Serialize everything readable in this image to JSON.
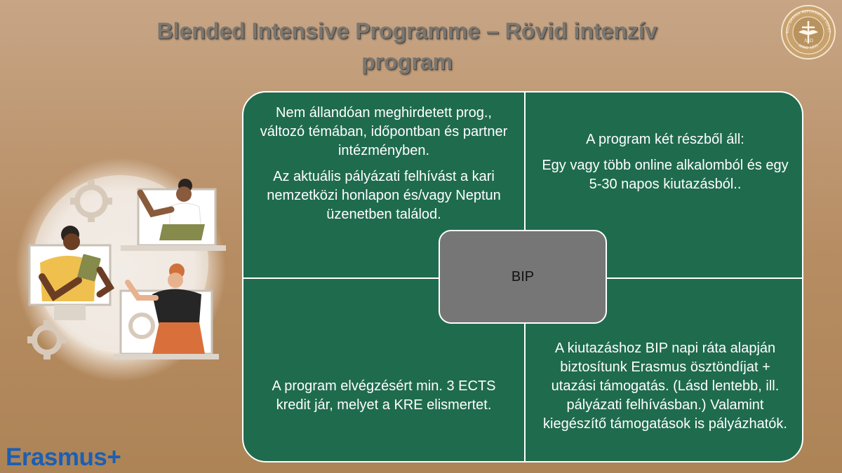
{
  "slide": {
    "title_line1": "Blended Intensive Programme – Rövid intenzív",
    "title_line2": "program"
  },
  "seal": {
    "text": "KÁROLI GÁSPÁR REFORMÁTUS EGYETEM",
    "year": "ANNO 1855",
    "letters": "A Ω"
  },
  "matrix": {
    "top_left": [
      "Nem állandóan meghirdetett prog., változó témában, időpontban és partner intézményben.",
      "Az aktuális pályázati felhívást a kari nemzetközi honlapon és/vagy Neptun üzenetben találod."
    ],
    "top_right": [
      "A program két részből áll:",
      "Egy vagy több online alkalomból és egy 5-30 napos kiutazásból.."
    ],
    "bottom_left": "A program elvégzésért min. 3 ECTS kredit jár, melyet a KRE elismertet.",
    "bottom_right": "A kiutazáshoz BIP napi ráta alapján biztosítunk Erasmus ösztöndíjat + utazási támogatás. (Lásd lentebb, ill. pályázati felhívásban.) Valamint kiegészítő támogatások is pályázhatók.",
    "center": "BIP"
  },
  "brand": {
    "erasmus": "Erasmus+"
  },
  "colors": {
    "matrix_green": "#1f6b4e",
    "center_gray": "#767676",
    "erasmus_blue": "#1a5fb4",
    "title_gray": "#7a7670"
  }
}
